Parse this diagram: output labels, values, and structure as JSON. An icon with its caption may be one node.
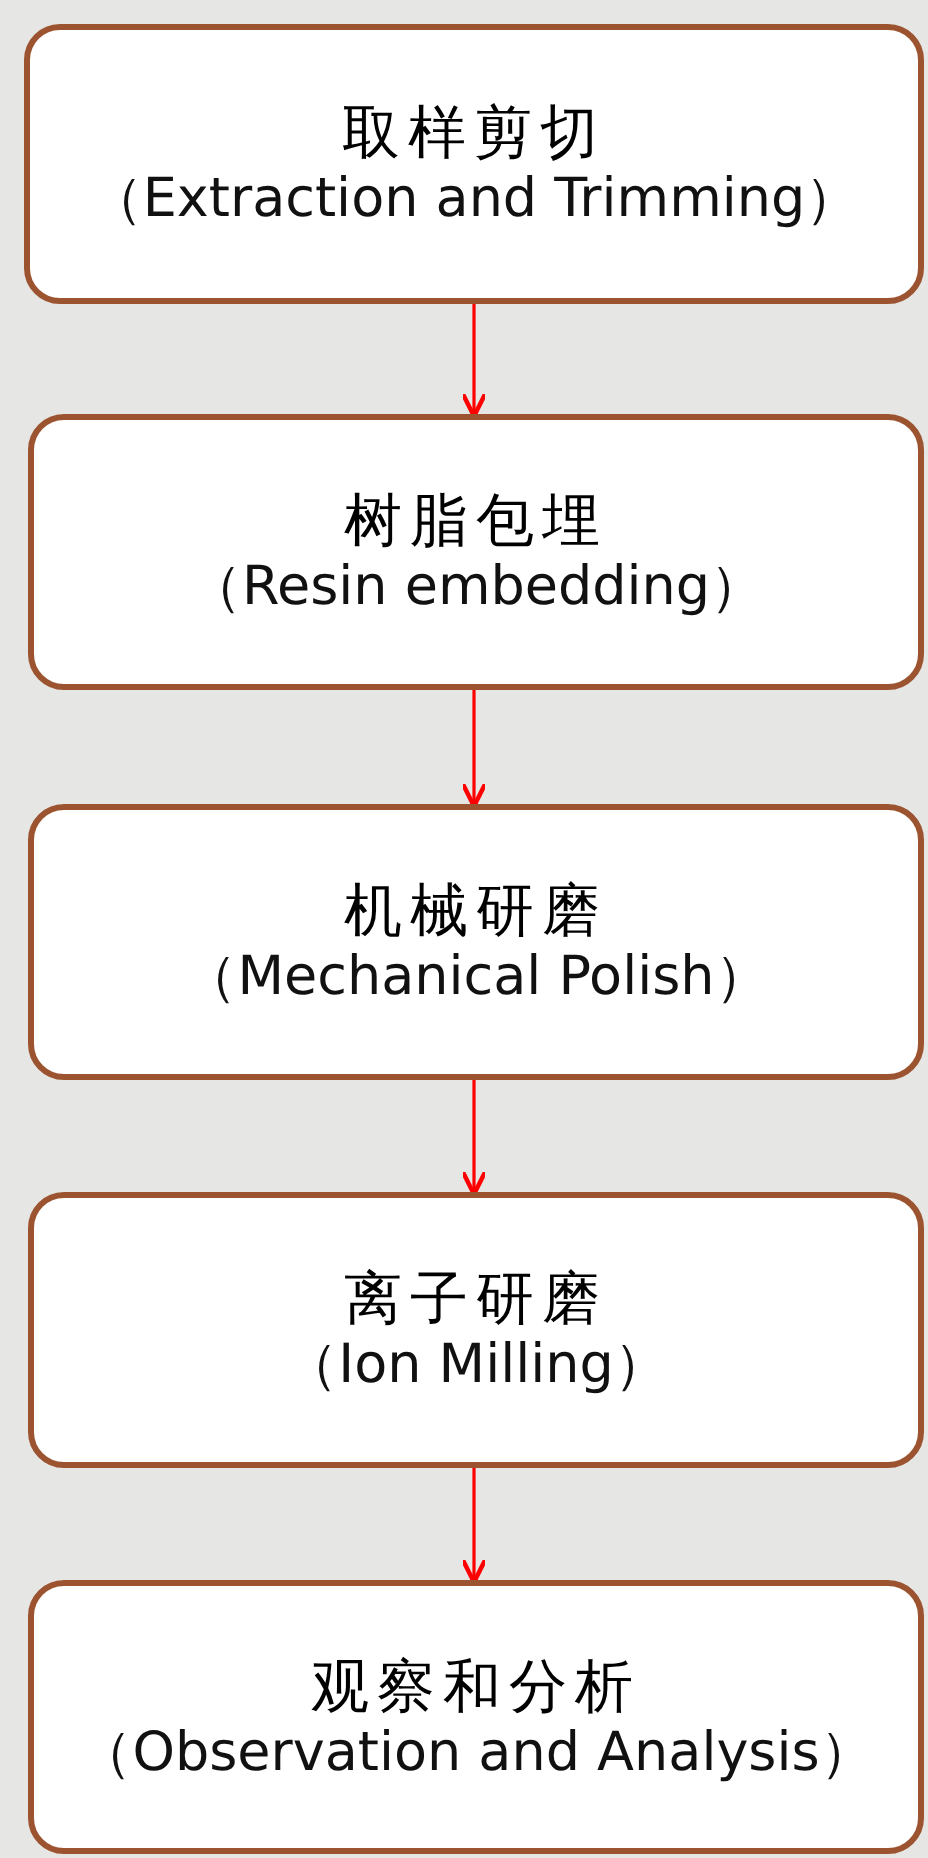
{
  "diagram": {
    "nodes": [
      {
        "text": [
          "取样剪切",
          "（Extraction and Trimming）"
        ]
      },
      {
        "text": [
          "树脂包埋",
          "（Resin embedding）"
        ]
      },
      {
        "text": [
          "机械研磨",
          "（Mechanical Polish）"
        ]
      },
      {
        "text": [
          "离子研磨",
          "（Ion Milling）"
        ]
      },
      {
        "text": [
          "观察和分析",
          "（Observation and Analysis）"
        ]
      }
    ],
    "edges": [
      {
        "from": 0,
        "to": 1,
        "arrow": "to"
      },
      {
        "from": 1,
        "to": 2,
        "arrow": "to"
      },
      {
        "from": 2,
        "to": 3,
        "arrow": "to"
      },
      {
        "from": 3,
        "to": 4,
        "arrow": "to"
      }
    ]
  }
}
